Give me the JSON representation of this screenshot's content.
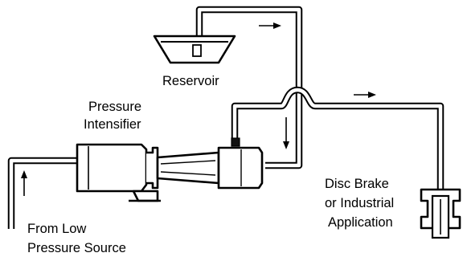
{
  "diagram": {
    "labels": {
      "reservoir": "Reservoir",
      "intensifier_line1": "Pressure",
      "intensifier_line2": "Intensifier",
      "application_line1": "Disc Brake",
      "application_line2": "or Industrial",
      "application_line3": "Application",
      "source_line1": "From Low",
      "source_line2": "Pressure Source"
    },
    "colors": {
      "ink": "#000000",
      "background": "#ffffff"
    }
  }
}
